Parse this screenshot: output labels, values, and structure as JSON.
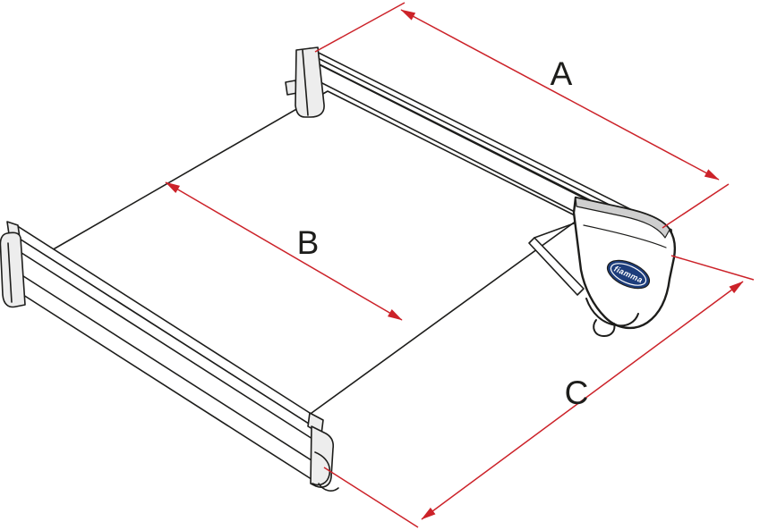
{
  "meta": {
    "type": "technical-dimension-diagram",
    "subject": "Isometric line drawing of a roll-out awning (cassette roller, fabric, lead bar) annotated with red double-headed dimension arrows"
  },
  "colors": {
    "background": "#ffffff",
    "line": "#1d1d1b",
    "dimension": "#cc2229",
    "logo_blue": "#1d3d7b"
  },
  "dimensions": {
    "a": {
      "label": "A"
    },
    "b": {
      "label": "B"
    },
    "c": {
      "label": "C"
    }
  },
  "logo": {
    "text": "fiamma"
  }
}
